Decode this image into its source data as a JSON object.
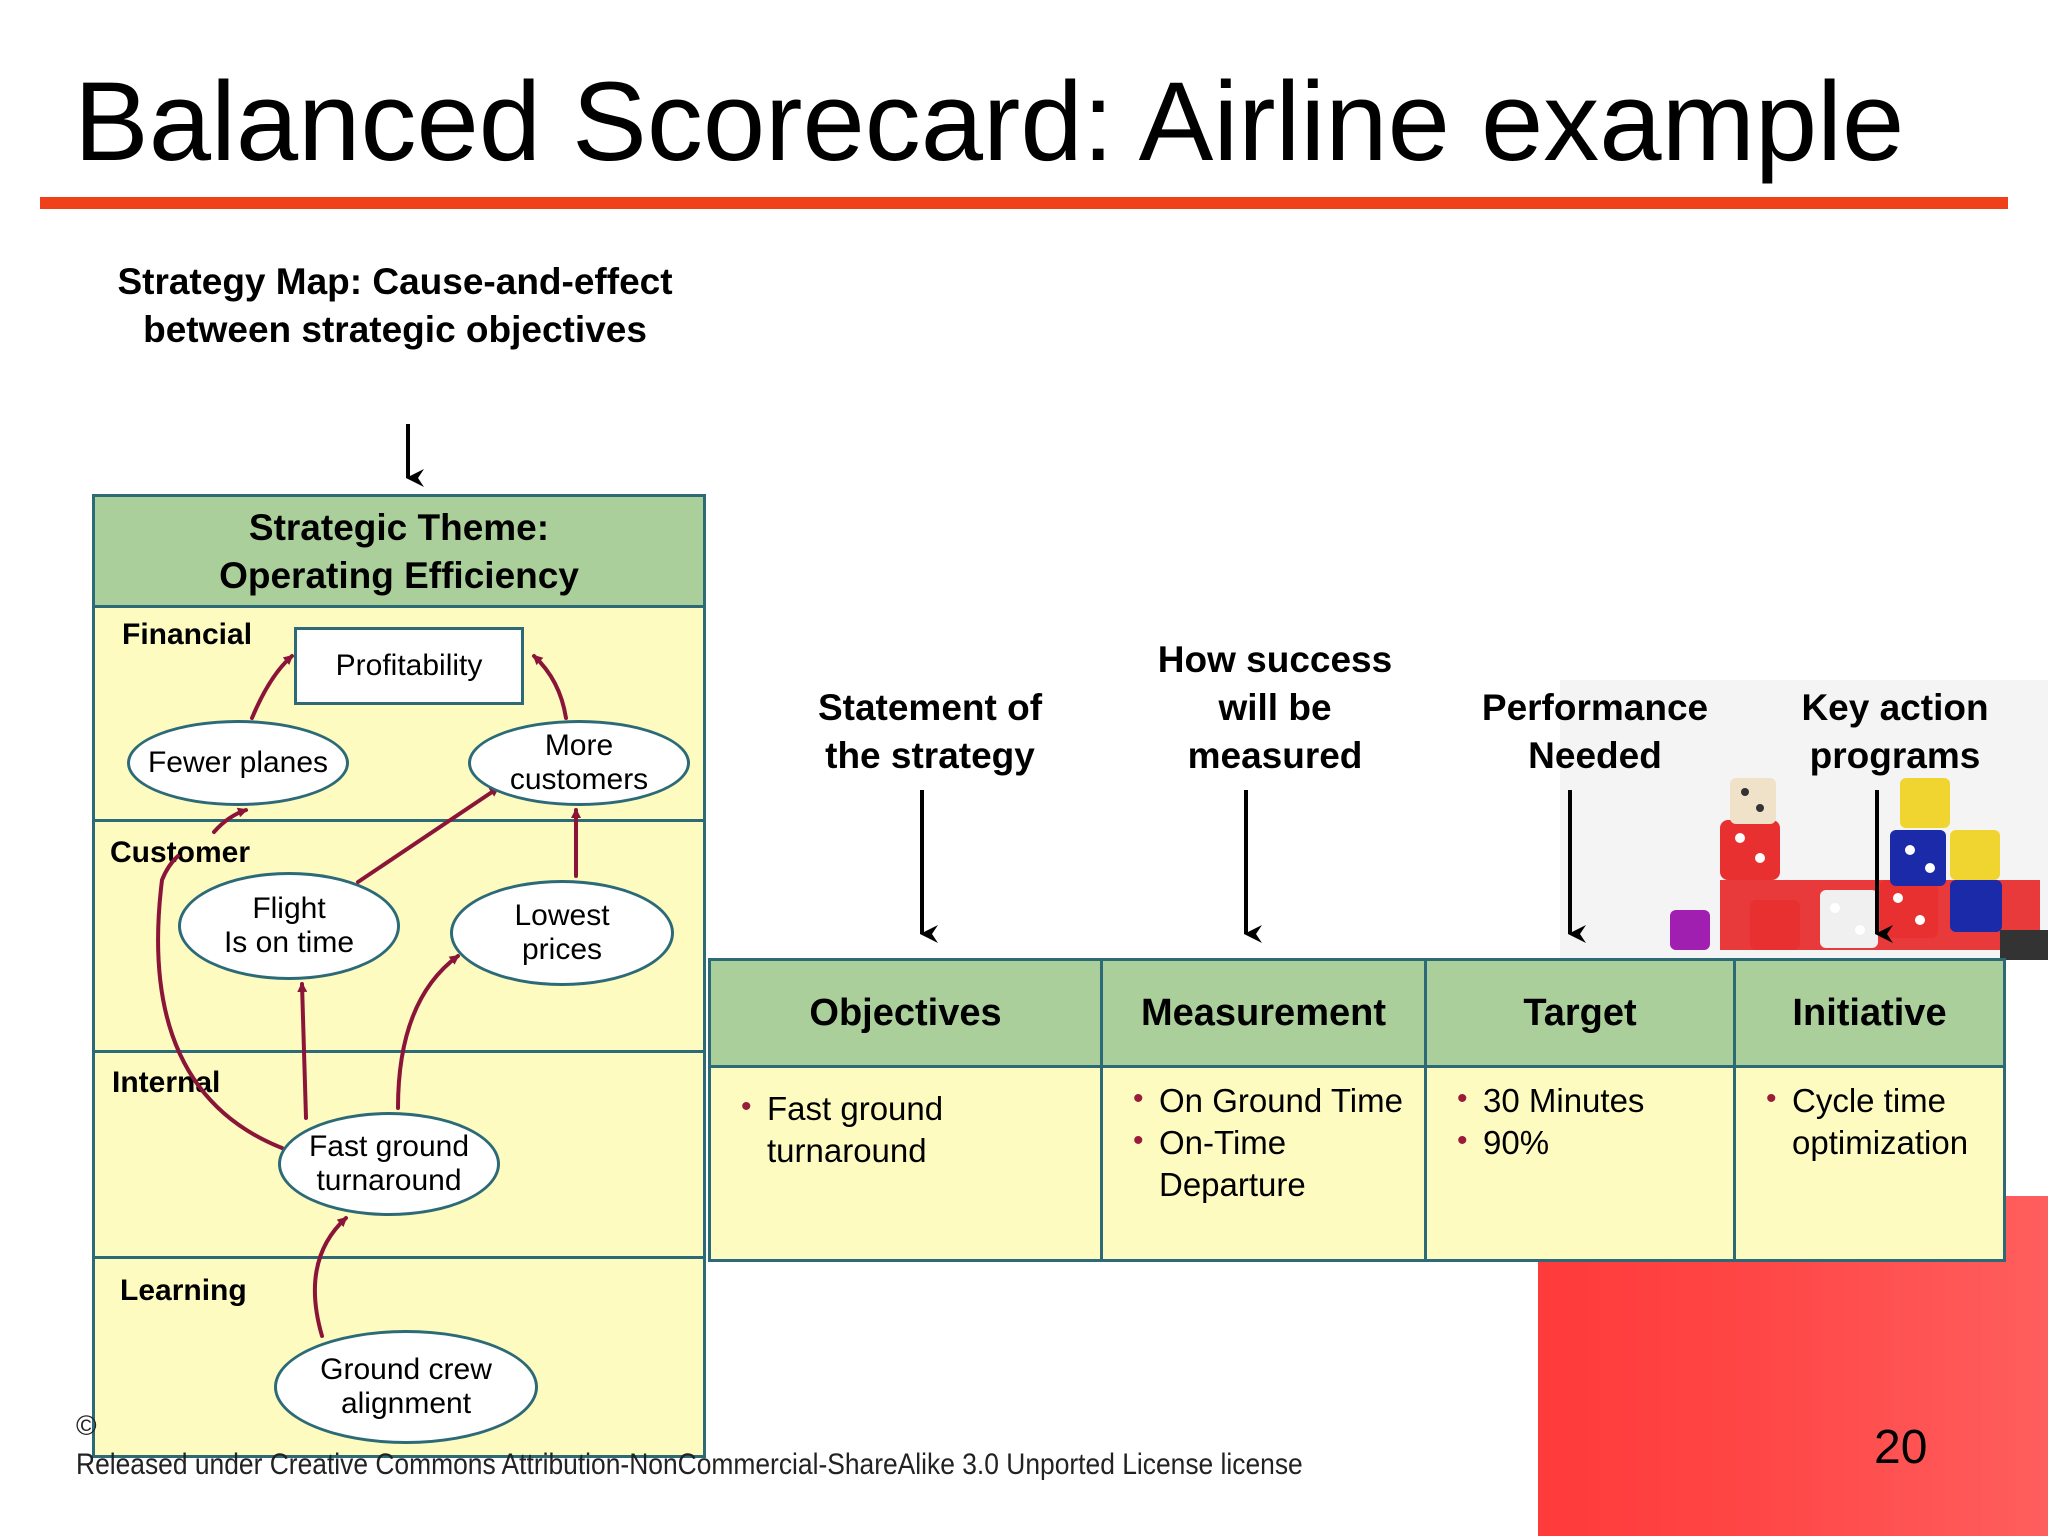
{
  "slide": {
    "title": "Balanced Scorecard: Airline example",
    "page_number": "20",
    "footer_license": "Released under Creative Commons Attribution-NonCommercial-ShareAlike 3.0 Unported License license",
    "copyright_symbol": "©"
  },
  "annotations": {
    "strategy_map": "Strategy Map:  Cause-and-effect\nbetween strategic objectives",
    "objectives": "Statement of\nthe strategy",
    "measurement": "How success\nwill be\nmeasured",
    "target": "Performance\nNeeded",
    "initiative": "Key action\nprograms"
  },
  "strategy_map": {
    "theme": "Strategic Theme:\nOperating Efficiency",
    "perspectives": [
      "Financial",
      "Customer",
      "Internal",
      "Learning"
    ],
    "nodes": {
      "profitability": "Profitability",
      "fewer_planes": "Fewer planes",
      "more_customers": "More\ncustomers",
      "flight_on_time": "Flight\nIs on time",
      "lowest_prices": "Lowest\nprices",
      "fast_ground_turnaround": "Fast ground\nturnaround",
      "ground_crew_alignment": "Ground crew\nalignment"
    },
    "colors": {
      "header": "#abcf9a",
      "body": "#fdfbc0",
      "border": "#2c6a78",
      "arrow": "#8b1538"
    }
  },
  "scorecard_table": {
    "headers": [
      "Objectives",
      "Measurement",
      "Target",
      "Initiative"
    ],
    "rows": [
      {
        "objectives": [
          "Fast ground turnaround"
        ],
        "measurement": [
          "On Ground Time",
          "On-Time Departure"
        ],
        "target": [
          "30 Minutes",
          "90%"
        ],
        "initiative": [
          "Cycle time optimization"
        ]
      }
    ]
  },
  "colors": {
    "title_rule": "#f0401a",
    "accent_red": "#ff4040"
  }
}
